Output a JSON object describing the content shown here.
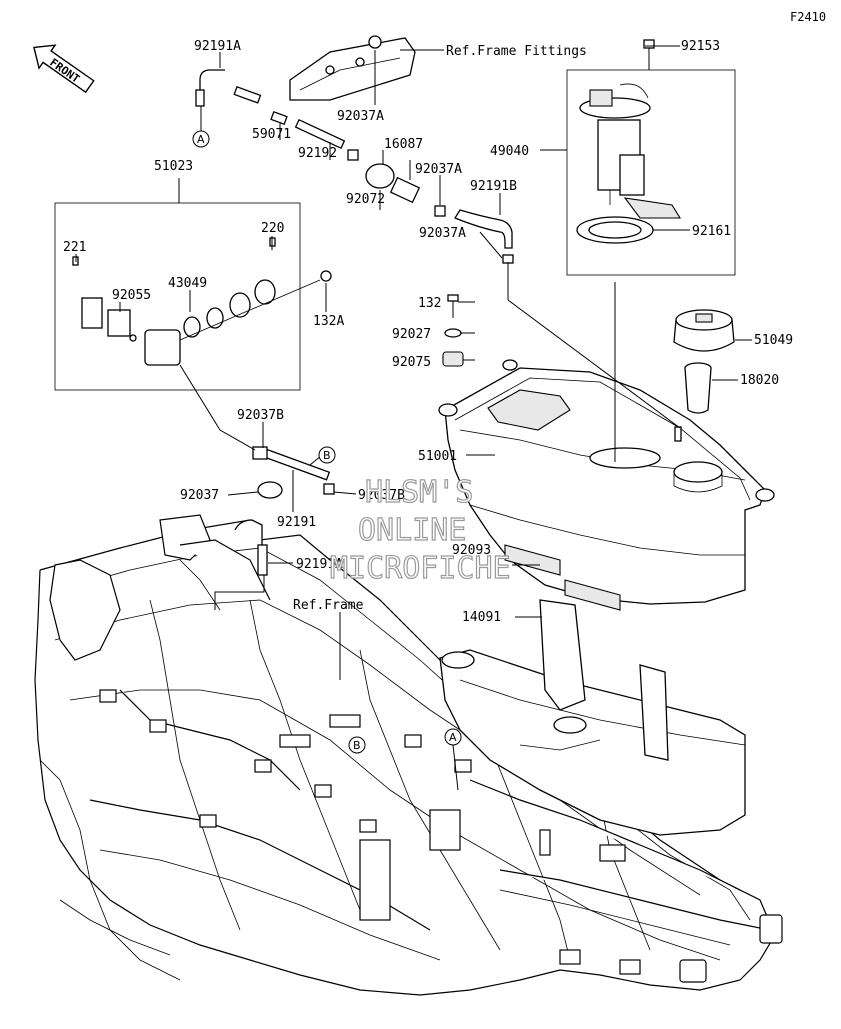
{
  "diagram_code": "F2410",
  "front_label": "FRONT",
  "watermark": [
    "HLSM'S",
    "ONLINE",
    "MICROFICHE"
  ],
  "references": {
    "frame_fittings": "Ref.Frame Fittings",
    "frame": "Ref.Frame"
  },
  "callouts": [
    "A",
    "B"
  ],
  "parts": [
    "92191A",
    "92153",
    "92037A",
    "59071",
    "92192",
    "16087",
    "92037A",
    "49040",
    "51023",
    "92072",
    "92191B",
    "220",
    "221",
    "92055",
    "43049",
    "132A",
    "92037A",
    "92161",
    "132",
    "92027",
    "51049",
    "92075",
    "18020",
    "92037B",
    "51001",
    "92037",
    "92037B",
    "92191",
    "92093",
    "92191A",
    "14091"
  ]
}
